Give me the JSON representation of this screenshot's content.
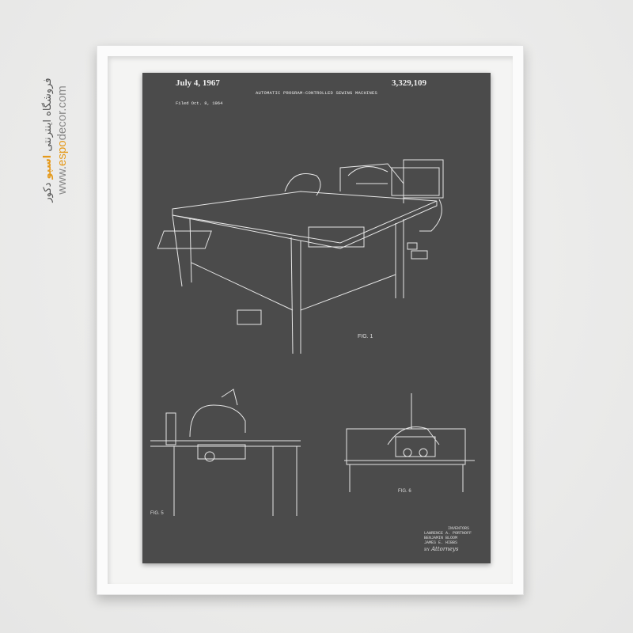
{
  "watermark": {
    "persian_before": "فروشگاه اینترنتی ",
    "persian_brand": "اسپو",
    "persian_after": " دکور",
    "url_prefix": "www.",
    "url_brand": "espo",
    "url_suffix": "decor.com",
    "accent_color": "#e59a1c"
  },
  "poster": {
    "date": "July 4, 1967",
    "patent_number": "3,329,109",
    "title": "AUTOMATIC PROGRAM-CONTROLLED SEWING MACHINES",
    "filed": "Filed Oct. 8, 1964",
    "figures": [
      "FIG. 1",
      "FIG. 5",
      "FIG. 6"
    ],
    "inventors_heading": "INVENTORS",
    "inventors": [
      "LAWRENCE A. PORTNOFF",
      "BENJAMIN BLOOM",
      "JAMES E. HIBBS"
    ],
    "signature_prefix": "BY",
    "signature": "Attorneys",
    "background_color": "#4b4b4b"
  }
}
